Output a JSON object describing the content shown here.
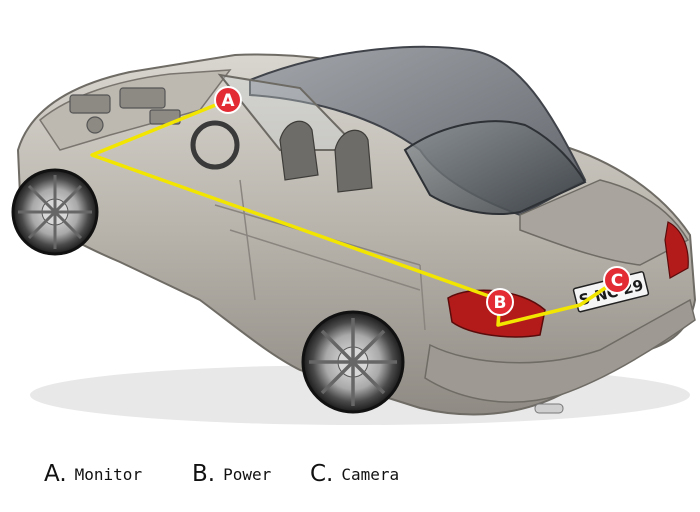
{
  "diagram": {
    "markers": [
      {
        "id": "A",
        "label": "A",
        "color": "#e32b34"
      },
      {
        "id": "B",
        "label": "B",
        "color": "#e32b34"
      },
      {
        "id": "C",
        "label": "C",
        "color": "#e32b34"
      }
    ],
    "cable_color": "#f2e600",
    "license_plate": "S NC 29"
  },
  "legend": [
    {
      "letter": "A.",
      "text": "Monitor"
    },
    {
      "letter": "B.",
      "text": "Power"
    },
    {
      "letter": "C.",
      "text": "Camera"
    }
  ]
}
